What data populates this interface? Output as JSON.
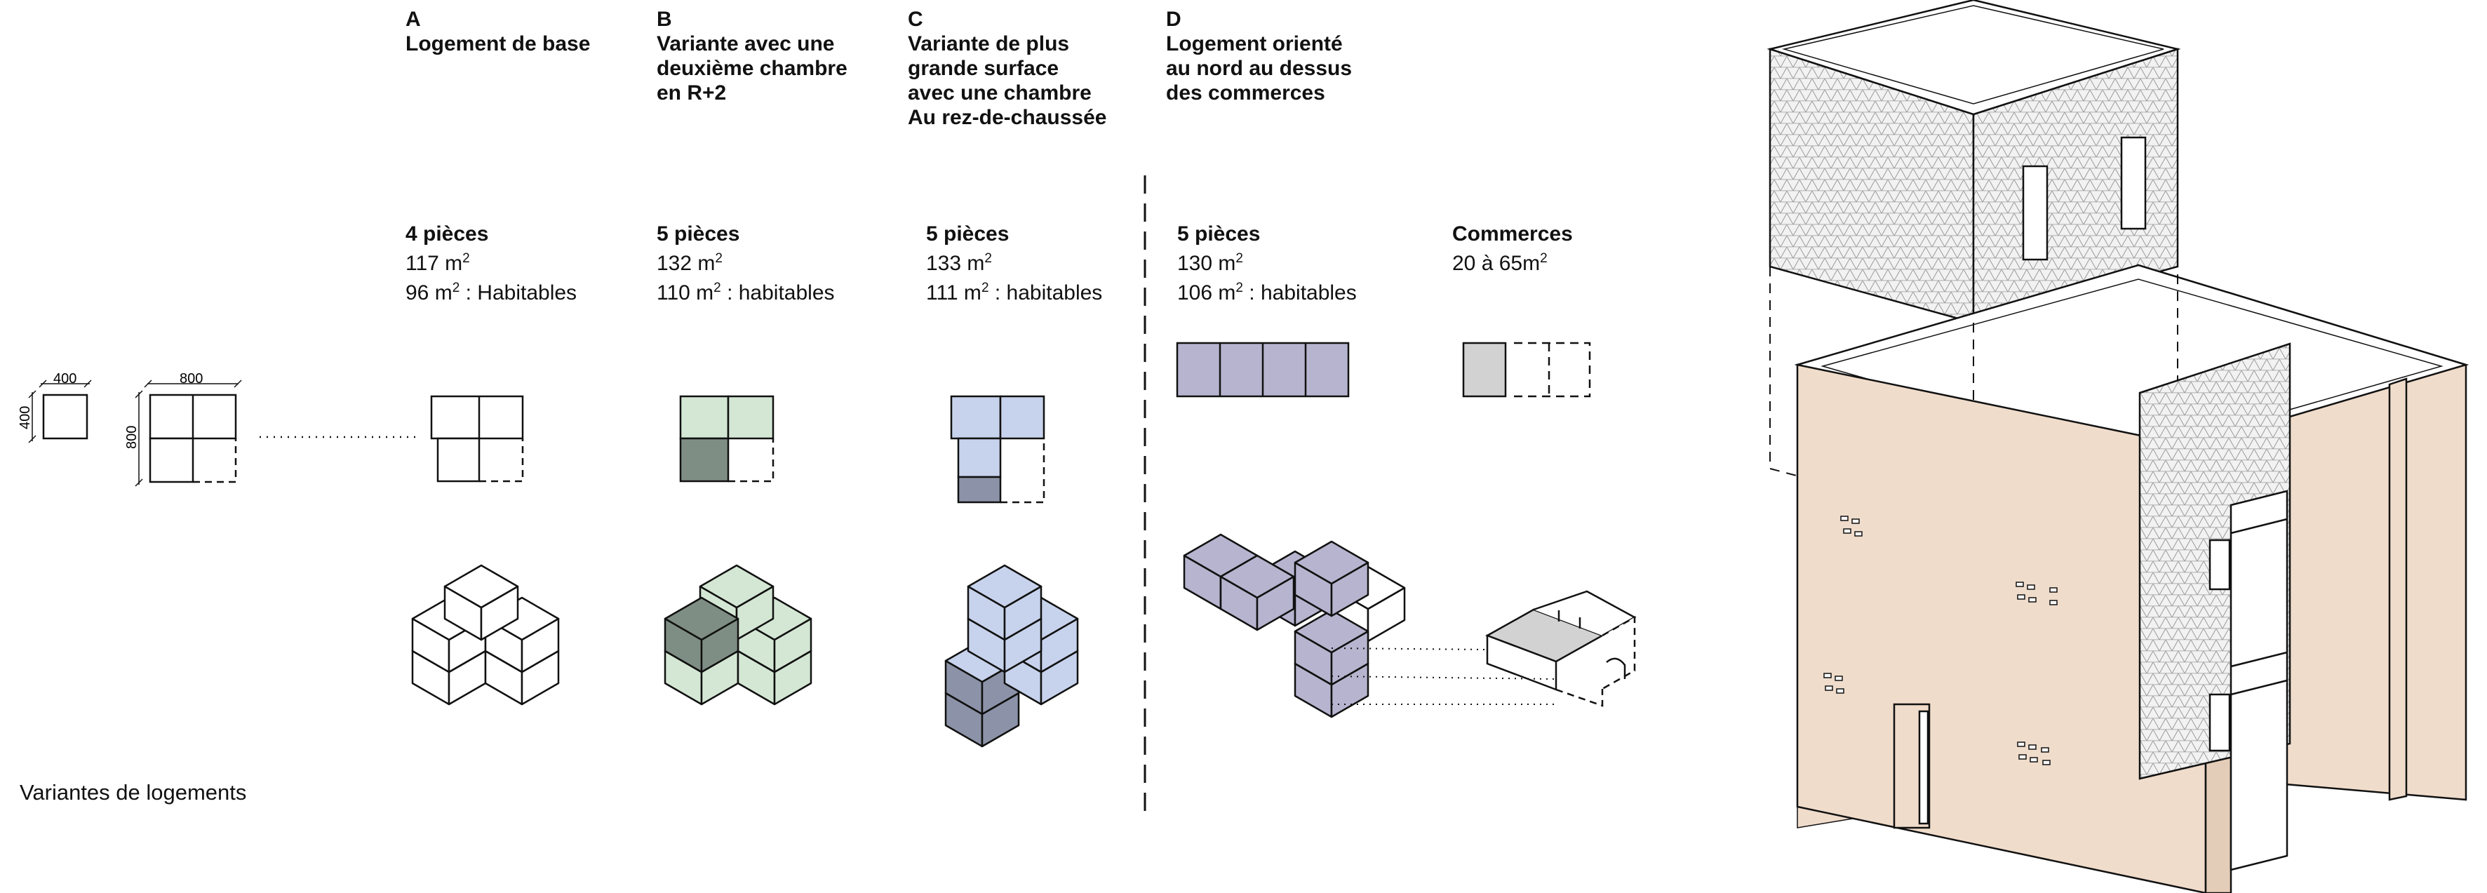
{
  "columns": [
    {
      "id": "A",
      "title": "Logement de base",
      "rooms": "4 pièces",
      "area_total": "117 m",
      "area_habitable": "96 m",
      "habitable_label": " : Habitables"
    },
    {
      "id": "B",
      "title": "Variante avec une\ndeuxième chambre\nen R+2",
      "rooms": "5 pièces",
      "area_total": "132 m",
      "area_habitable": "110 m",
      "habitable_label": " :  habitables"
    },
    {
      "id": "C",
      "title": "Variante de plus\ngrande surface\navec une chambre\nAu rez-de-chaussée",
      "rooms": "5 pièces",
      "area_total": "133 m",
      "area_habitable": "111 m",
      "habitable_label": " :  habitables"
    },
    {
      "id": "D",
      "title": "Logement orienté\nau nord au dessus\ndes commerces",
      "rooms": "5 pièces",
      "area_total": "130 m",
      "area_habitable": "106 m",
      "habitable_label": " :  habitables"
    }
  ],
  "commerce": {
    "title": "Commerces",
    "area": "20 à 65m"
  },
  "superscript": "2",
  "dimensions": {
    "small_w": "400",
    "small_h": "400",
    "big_w": "800",
    "big_h": "800"
  },
  "footer_label": "Variantes de logements",
  "colors": {
    "green_light": "#d4e7d4",
    "green_dark": "#7f8e84",
    "blue_light": "#c7d2ec",
    "blue_dark": "#8c93a8",
    "purple": "#b7b4cf",
    "grey_commerce": "#d2d2d2",
    "beige_wall": "#f0dccb",
    "pattern_grey": "#efefef"
  }
}
